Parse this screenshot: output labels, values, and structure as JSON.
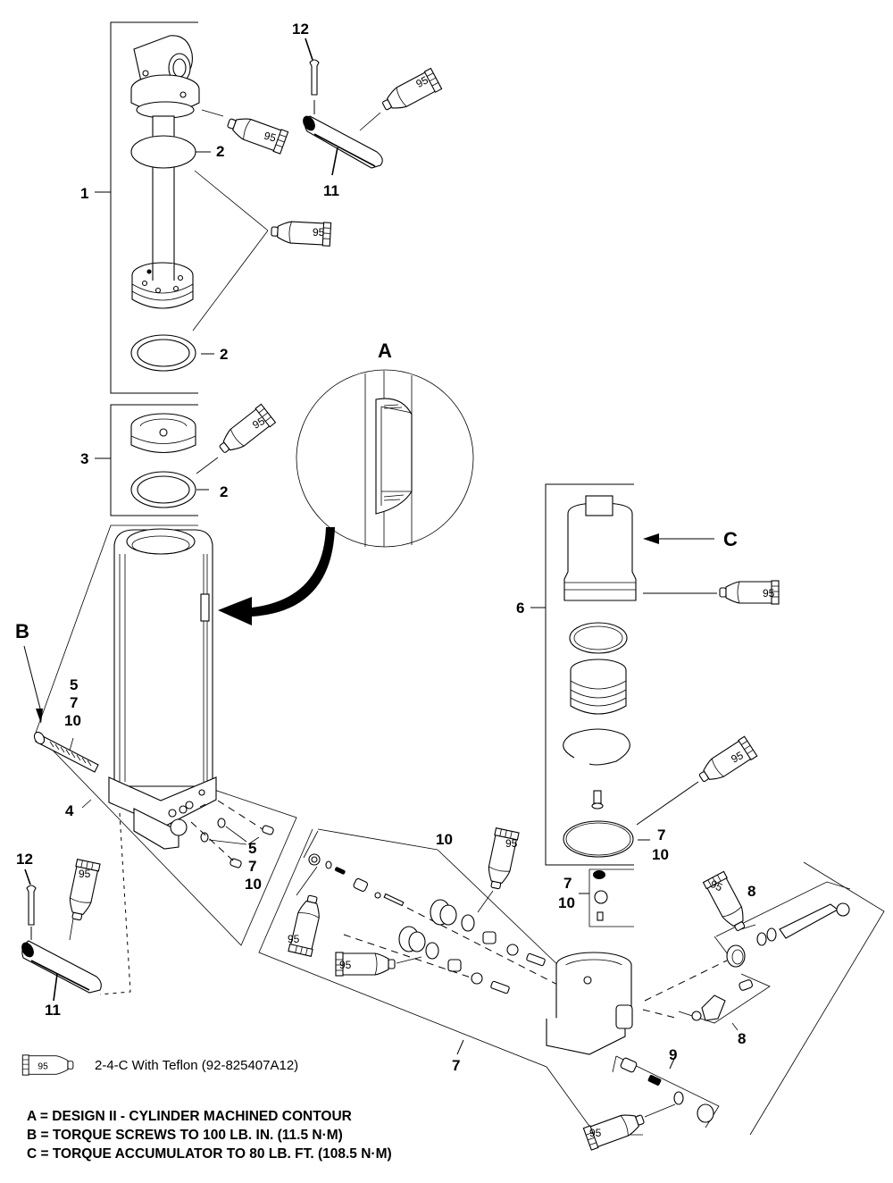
{
  "diagram": {
    "title": "Trim cylinder exploded parts view",
    "callouts": {
      "c1": "1",
      "c2a": "2",
      "c2b": "2",
      "c2c": "2",
      "c3": "3",
      "c4": "4",
      "c5a": "5",
      "c7a": "7",
      "c10a": "10",
      "c5b": "5",
      "c7b": "7",
      "c10b": "10",
      "c6": "6",
      "c7c": "7",
      "c10c": "10",
      "c7d": "7",
      "c10d": "10",
      "c7e": "7",
      "c8a": "8",
      "c8b": "8",
      "c9": "9",
      "c10e": "10",
      "c11a": "11",
      "c11b": "11",
      "c12a": "12",
      "c12b": "12"
    },
    "detail_labels": {
      "a": "A",
      "b": "B",
      "c": "C"
    },
    "sealant_tube_number": "95"
  },
  "legend": {
    "tube_number": "95",
    "text": "2-4-C  With Teflon (92-825407A12)"
  },
  "notes": [
    "A = DESIGN II - CYLINDER MACHINED CONTOUR",
    "B = TORQUE SCREWS TO 100 LB. IN. (11.5 N·M)",
    "C = TORQUE ACCUMULATOR TO 80 LB. FT. (108.5 N·M)"
  ]
}
